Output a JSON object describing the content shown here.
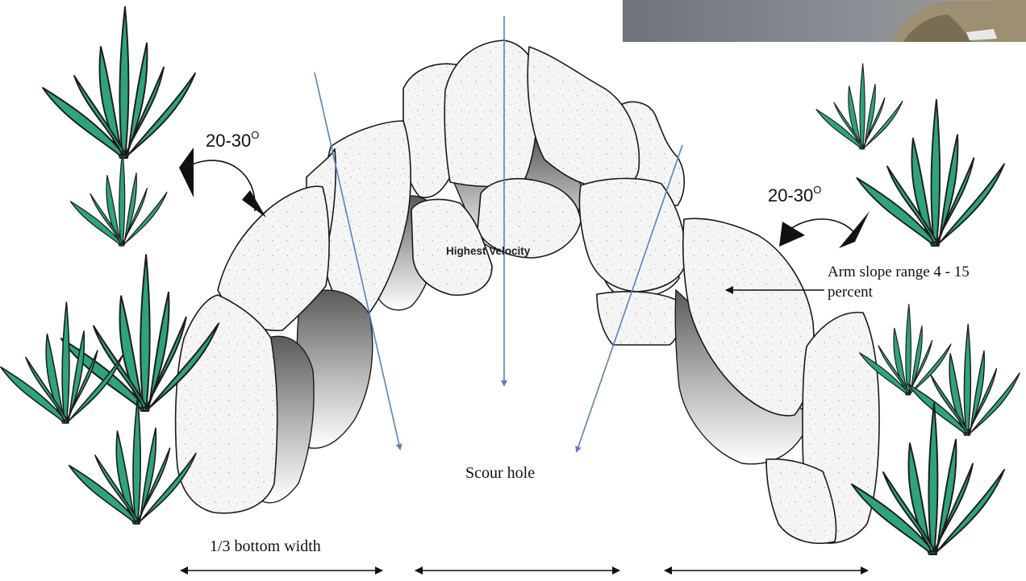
{
  "labels": {
    "angle_left": "20-30",
    "angle_left_sup": "O",
    "angle_right": "20-30",
    "angle_right_sup": "O",
    "highest_velocity": "Highest Velocity",
    "arm_slope_line1": "Arm slope range 4 - 15",
    "arm_slope_line2": "percent",
    "scour_hole": "Scour hole",
    "bottom_width": "1/3 bottom width"
  },
  "colors": {
    "vegetation": "#2fa37a",
    "flow_arrows": "#5b7fbf",
    "rock_fill": "#f4f4f4",
    "shadow": "#6e6e6e"
  },
  "icons": {
    "plant": "reed-plant-icon",
    "rock": "boulder-shape",
    "photo": "water-photo-inset"
  }
}
